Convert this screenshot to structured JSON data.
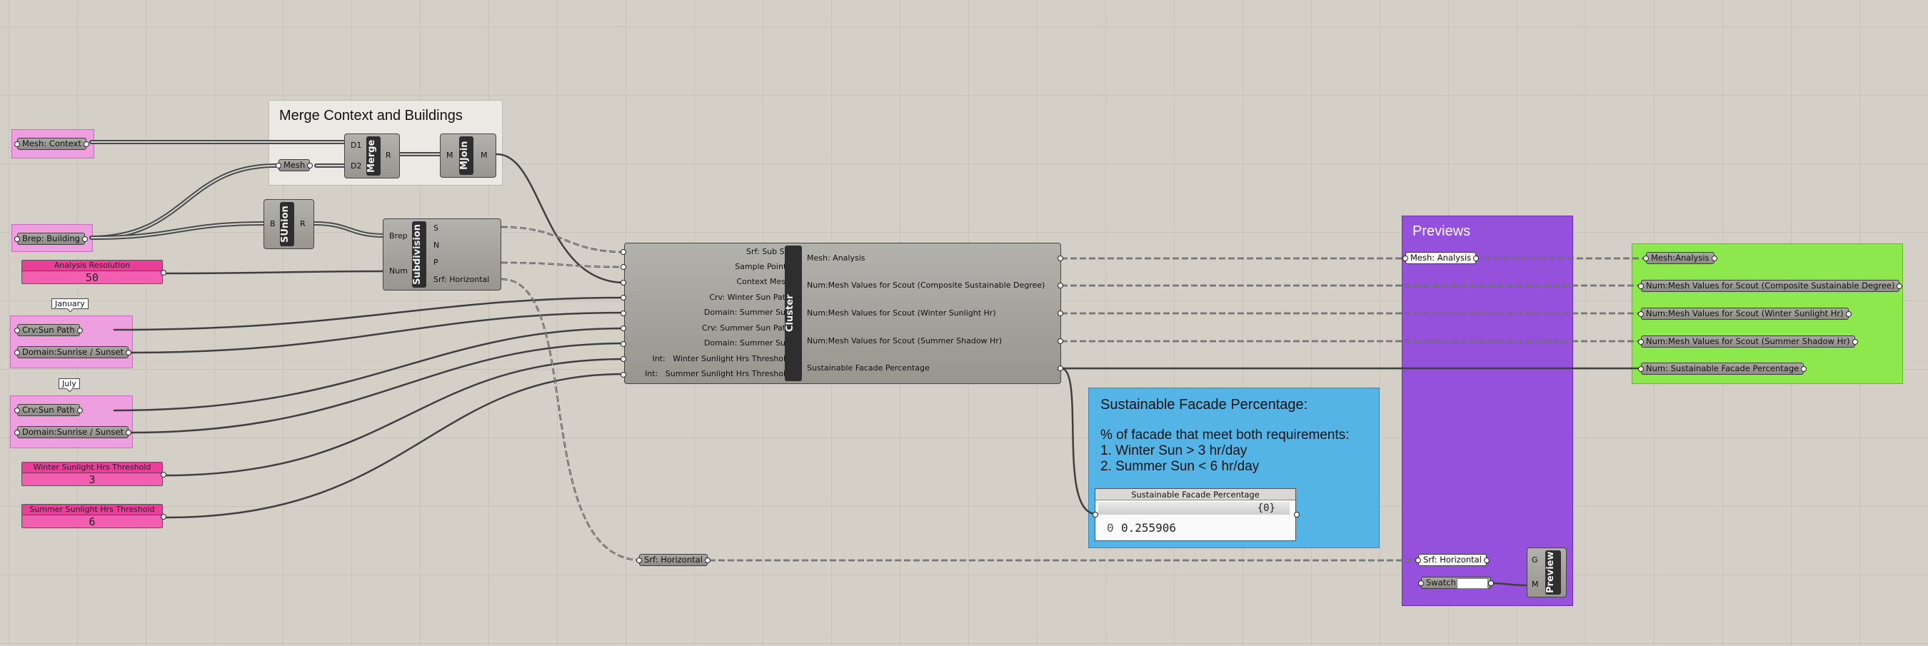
{
  "groups": {
    "merge_title": "Merge Context and Buildings",
    "previews_title": "Previews",
    "sun_note_title": "Sustainable Facade Percentage:",
    "sun_note_line1": "% of facade that meet both requirements:",
    "sun_note_line2": "1. Winter Sun > 3 hr/day",
    "sun_note_line3": "2. Summer Sun < 6 hr/day"
  },
  "colors": {
    "pink_group": "#ee9fe0",
    "purple_group": "#9550dc",
    "green_group": "#8de84e",
    "blue_group": "#55b4e6",
    "slider": "#f25fb0",
    "canvas": "#d4d0c8"
  },
  "inputs": {
    "mesh_context": "Mesh: Context",
    "brep_building": "Brep: Building",
    "crv_sun_path_1": "Crv:Sun Path",
    "domain_sunrise_1": "Domain:Sunrise / Sunset",
    "crv_sun_path_2": "Crv:Sun Path",
    "domain_sunrise_2": "Domain:Sunrise / Sunset",
    "january_tag": "January",
    "july_tag": "July"
  },
  "sliders": {
    "analysis_resolution": {
      "label": "Analysis Resolution",
      "value": "50"
    },
    "winter_threshold": {
      "label": "Winter Sunlight Hrs Threshold",
      "value": "3"
    },
    "summer_threshold": {
      "label": "Summer Sunlight Hrs Threshold",
      "value": "6"
    }
  },
  "components": {
    "mesh_param": "Mesh",
    "merge": {
      "name": "Merge",
      "in1": "D1",
      "in2": "D2",
      "out": "R"
    },
    "mjoin": {
      "name": "MJoin",
      "in": "M",
      "out": "M"
    },
    "sunion": {
      "name": "SUnion",
      "in": "B",
      "out": "R"
    },
    "subdivision": {
      "name": "Subdivision",
      "in1": "Brep",
      "in2": "Num",
      "out1": "S",
      "out2": "N",
      "out3": "P",
      "out4": "Srf: Horizontal"
    },
    "cluster": {
      "name": "Cluster",
      "inputs": [
        "Srf: Sub Srf",
        "Sample Points",
        "Context Mesh",
        "Crv: Winter Sun Path",
        "Domain: Summer Sun",
        "Crv: Summer Sun Path",
        "Domain: Summer Sun",
        "Int:   Winter Sunlight Hrs Threshold",
        "Int:   Summer Sunlight Hrs Threshold"
      ],
      "outputs": [
        "Mesh: Analysis",
        "Num:Mesh Values for Scout (Composite Sustainable Degree)",
        "Num:Mesh Values for Scout (Winter Sunlight Hr)",
        "Num:Mesh Values for Scout (Summer Shadow Hr)",
        "Sustainable Facade Percentage"
      ]
    },
    "srf_horizontal": "Srf: Horizontal",
    "panel": {
      "title": "Sustainable Facade Percentage",
      "path": "{0}",
      "index": "0",
      "value": "0.255906"
    },
    "preview": {
      "name": "Preview",
      "in1": "G",
      "in2": "M"
    },
    "preview_mesh": "Mesh: Analysis",
    "preview_srf": "Srf: Horizontal",
    "swatch": "Swatch"
  },
  "outputs_group": {
    "items": [
      "Mesh:Analysis",
      "Num:Mesh Values for Scout (Composite Sustainable Degree)",
      "Num:Mesh Values for Scout (Winter Sunlight Hr)",
      "Num:Mesh Values for Scout (Summer Shadow Hr)",
      "Num: Sustainable Facade Percentage"
    ]
  }
}
